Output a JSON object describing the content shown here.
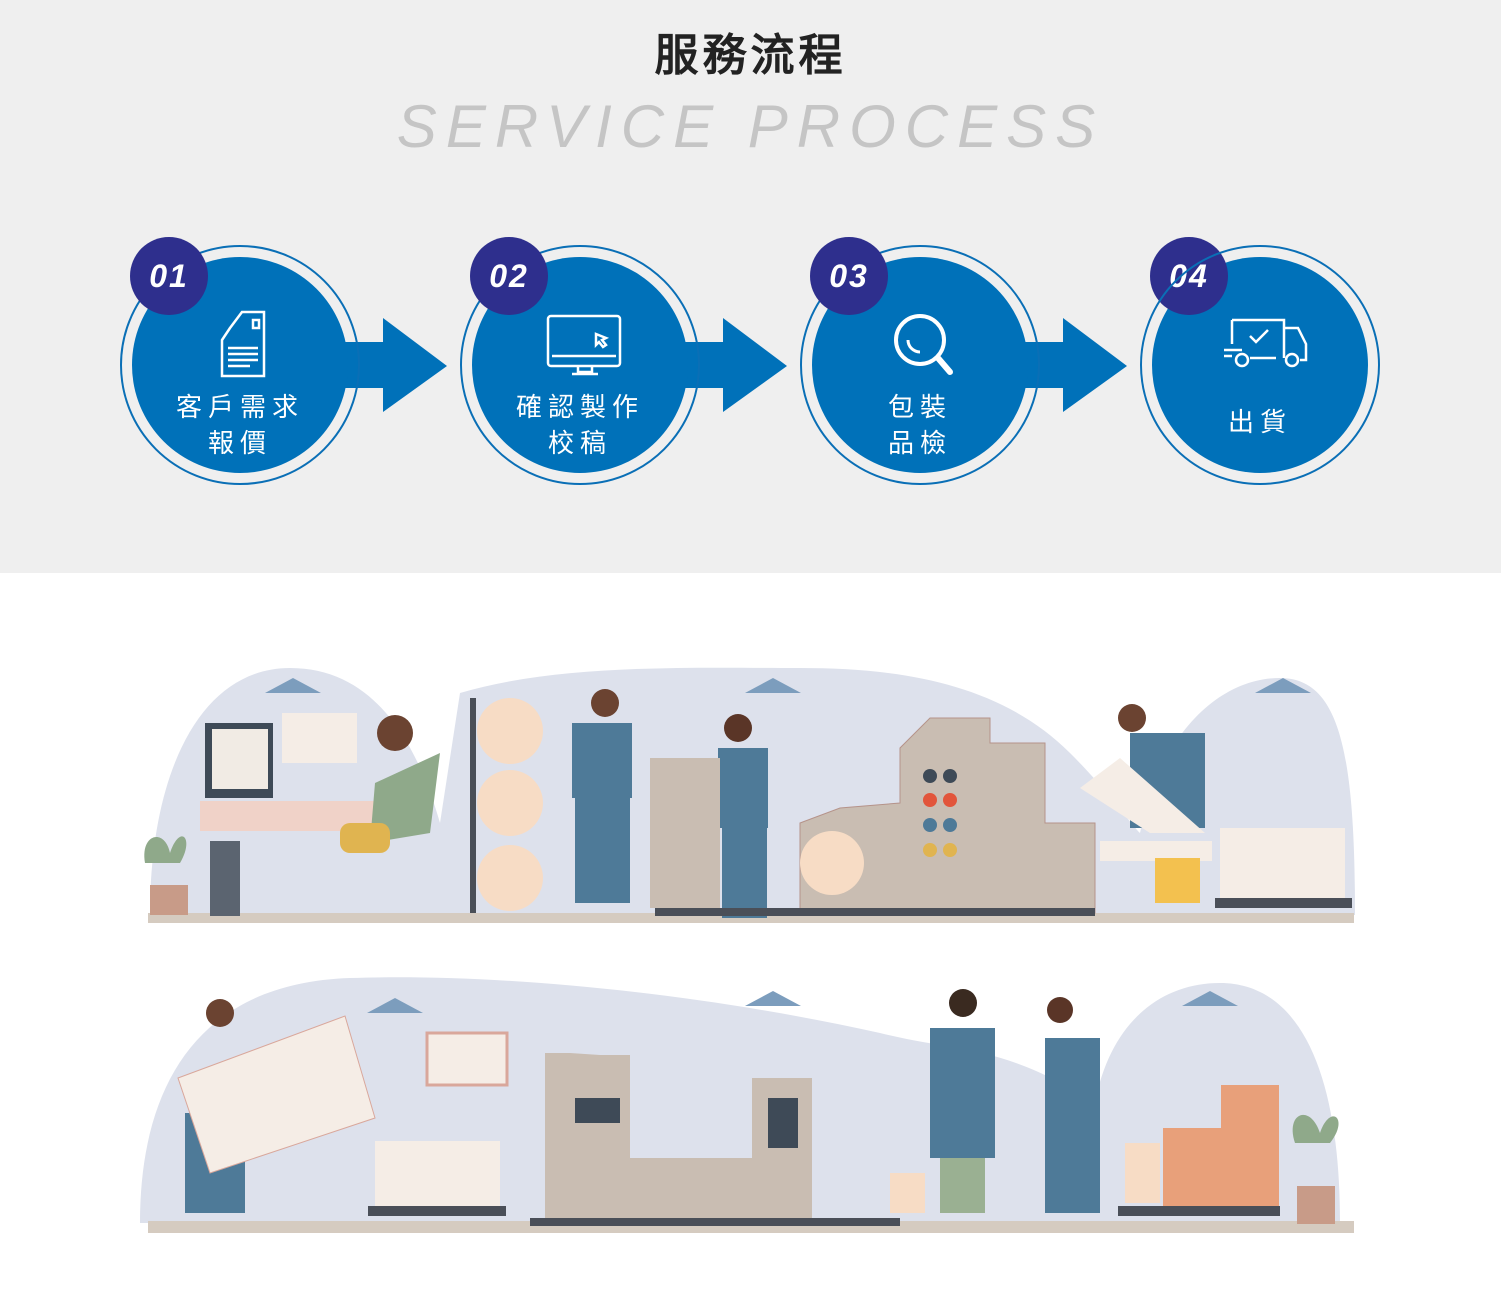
{
  "header": {
    "title": "服務流程",
    "subtitle": "SERVICE PROCESS"
  },
  "steps": [
    {
      "number": "01",
      "line1": "客戶需求",
      "line2": "報價",
      "icon": "document-icon"
    },
    {
      "number": "02",
      "line1": "確認製作",
      "line2": "校稿",
      "icon": "monitor-cursor-icon"
    },
    {
      "number": "03",
      "line1": "包裝",
      "line2": "品檢",
      "icon": "magnifier-icon"
    },
    {
      "number": "04",
      "line1": "出貨",
      "line2": "",
      "icon": "truck-check-icon"
    }
  ],
  "colors": {
    "primary": "#0071b9",
    "badge": "#2e2f8d",
    "background": "#efefef"
  }
}
